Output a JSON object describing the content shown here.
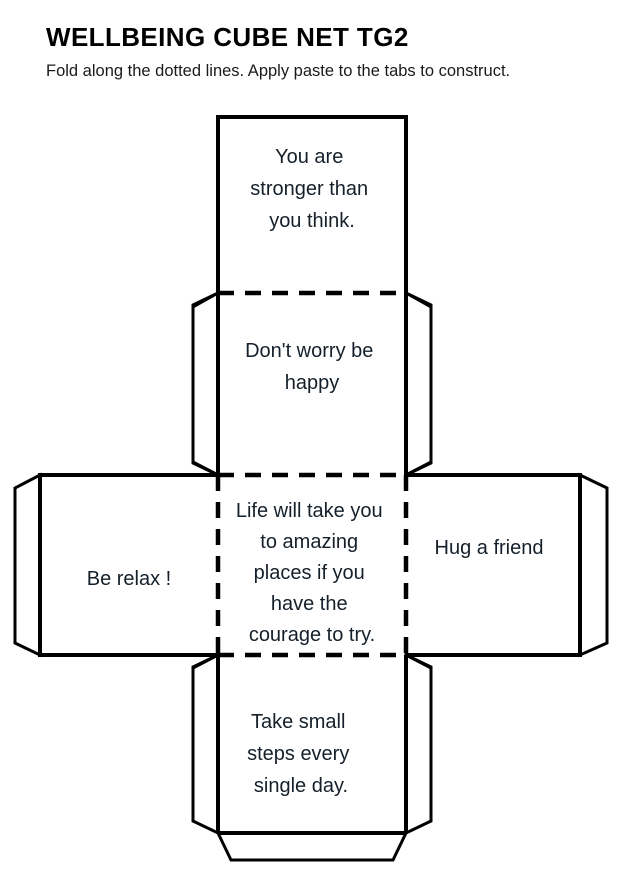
{
  "page": {
    "title": "WELLBEING CUBE NET TG2",
    "subtitle": "Fold along the dotted lines. Apply paste to the tabs to construct.",
    "background_color": "#ffffff",
    "ink_color": "#000000"
  },
  "net": {
    "type": "cube-net",
    "layout": "cross",
    "faces": [
      {
        "id": "face-top",
        "position": "top",
        "lines": [
          "You are",
          "stronger than",
          "you think."
        ],
        "tabs": [
          "top",
          "bottom-left-corner",
          "bottom-right-corner"
        ]
      },
      {
        "id": "face-upper-middle",
        "position": "upper-middle",
        "lines": [
          "Don't worry be",
          "happy"
        ],
        "tabs": [
          "left",
          "right"
        ]
      },
      {
        "id": "face-left",
        "position": "left",
        "lines": [
          "Be relax !"
        ],
        "tabs": [
          "left"
        ]
      },
      {
        "id": "face-center",
        "position": "center",
        "lines": [
          "Life will take you",
          "to amazing",
          "places if you",
          "have the",
          "courage to try."
        ],
        "tabs": []
      },
      {
        "id": "face-right",
        "position": "right",
        "lines": [
          "Hug a friend"
        ],
        "tabs": [
          "right"
        ]
      },
      {
        "id": "face-bottom",
        "position": "bottom",
        "lines": [
          "Take small",
          "steps every",
          "single day."
        ],
        "tabs": [
          "left",
          "right",
          "bottom"
        ]
      }
    ]
  }
}
